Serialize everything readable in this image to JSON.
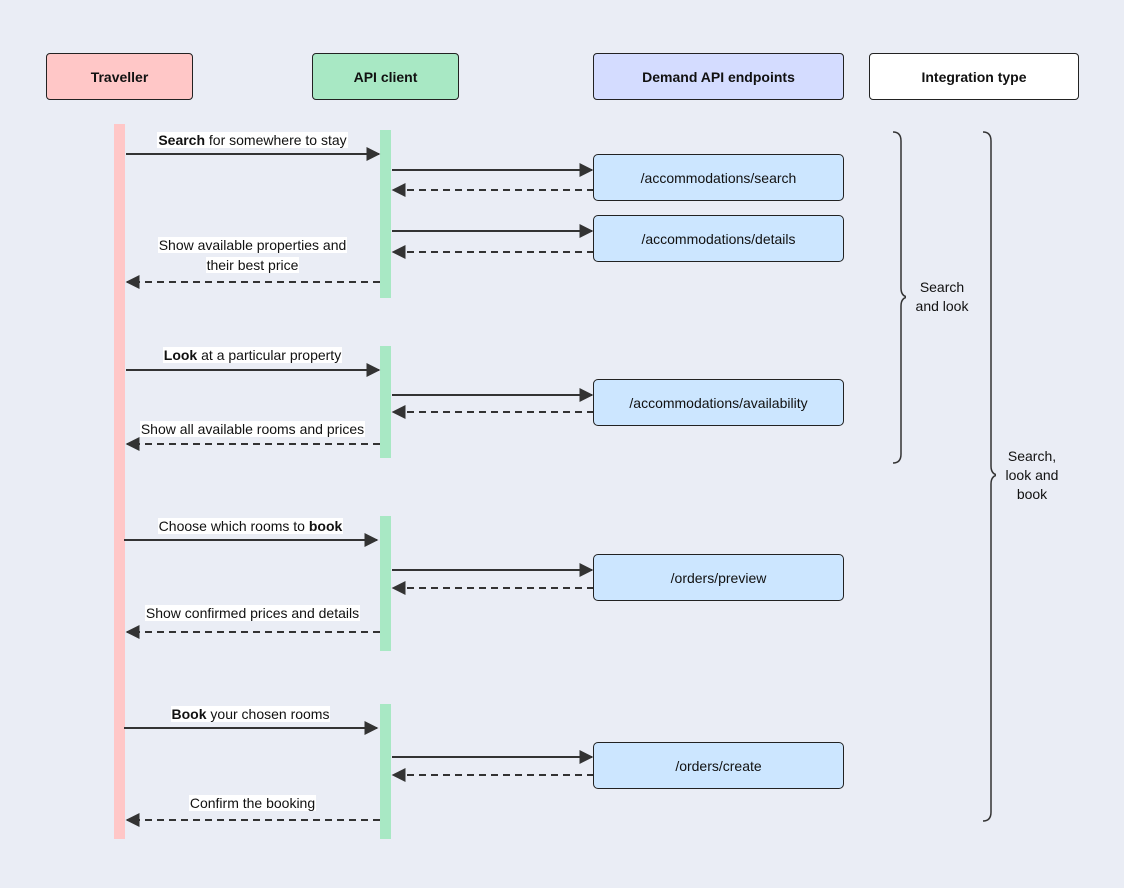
{
  "colors": {
    "background": "#eaedf5",
    "traveller": "#ffc7c7",
    "api_client": "#a8e8c4",
    "demand_api": "#d4dcff",
    "integration": "#ffffff",
    "endpoint": "#cce6ff",
    "arrow": "#333333"
  },
  "headers": {
    "traveller": "Traveller",
    "api_client": "API client",
    "demand_api": "Demand API endpoints",
    "integration_type": "Integration type"
  },
  "messages": {
    "search": {
      "bold": "Search",
      "rest": " for somewhere to stay"
    },
    "show_properties": {
      "line1": "Show available properties and",
      "line2": "their best price"
    },
    "look": {
      "bold": "Look",
      "rest": " at a particular property"
    },
    "show_rooms": "Show all available rooms and prices",
    "choose": {
      "pre": "Choose which rooms to ",
      "bold": "book"
    },
    "show_confirmed": "Show confirmed prices and details",
    "book": {
      "bold": "Book",
      "rest": " your chosen rooms"
    },
    "confirm": "Confirm the booking"
  },
  "endpoints": {
    "search": "/accommodations/search",
    "details": "/accommodations/details",
    "availability": "/accommodations/availability",
    "preview": "/orders/preview",
    "create": "/orders/create"
  },
  "integration": {
    "search_and_look": {
      "line1": "Search",
      "line2": "and look"
    },
    "search_look_book": {
      "line1": "Search,",
      "line2": "look and",
      "line3": "book"
    }
  }
}
